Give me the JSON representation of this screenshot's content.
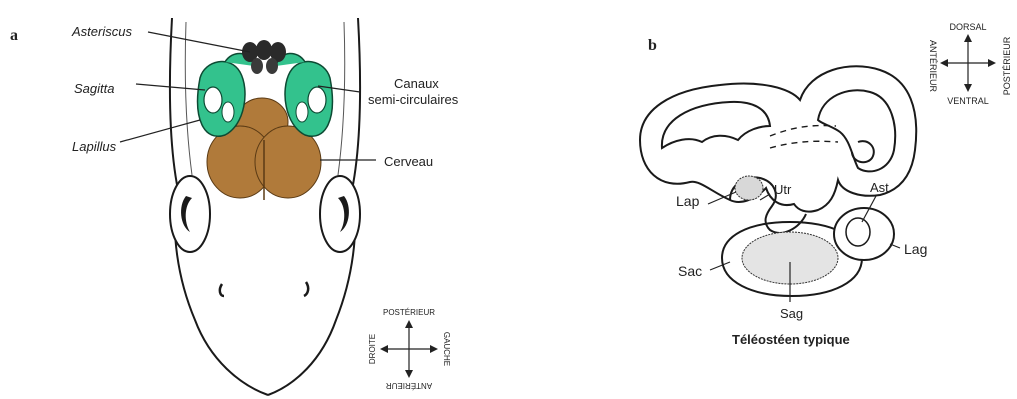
{
  "panel_a": {
    "letter": "a",
    "labels": {
      "asteriscus": "Asteriscus",
      "sagitta": "Sagitta",
      "lapillus": "Lapillus",
      "canaux_line1": "Canaux",
      "canaux_line2": "semi-circulaires",
      "cerveau": "Cerveau"
    },
    "orientation": {
      "top": "POSTÉRIEUR",
      "bottom": "ANTÉRIEUR",
      "left": "DROITE",
      "right": "GAUCHE"
    },
    "colors": {
      "inner_ear": "#33c28d",
      "brain": "#b07a3a",
      "otolith": "#2a2a2a"
    }
  },
  "panel_b": {
    "letter": "b",
    "labels": {
      "lap": "Lap",
      "utr": "Utr",
      "ast": "Ast",
      "lag": "Lag",
      "sac": "Sac",
      "sag": "Sag"
    },
    "caption": "Téléostéen typique",
    "orientation": {
      "top": "DORSAL",
      "bottom": "VENTRAL",
      "left": "ANTÉRIEUR",
      "right": "POSTÉRIEUR"
    }
  }
}
